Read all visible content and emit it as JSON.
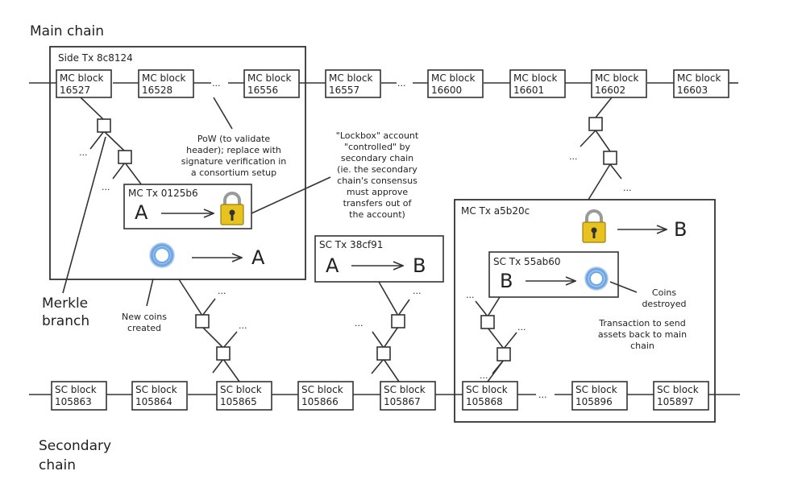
{
  "labels": {
    "main_chain": "Main chain",
    "secondary_chain_1": "Secondary",
    "secondary_chain_2": "chain",
    "merkle_1": "Merkle",
    "merkle_2": "branch"
  },
  "mc_blocks": [
    {
      "label": "MC block",
      "number": "16527"
    },
    {
      "label": "MC block",
      "number": "16528"
    },
    {
      "label": "MC block",
      "number": "16556"
    },
    {
      "label": "MC block",
      "number": "16557"
    },
    {
      "label": "MC block",
      "number": "16600"
    },
    {
      "label": "MC block",
      "number": "16601"
    },
    {
      "label": "MC block",
      "number": "16602"
    },
    {
      "label": "MC block",
      "number": "16603"
    }
  ],
  "sc_blocks": [
    {
      "label": "SC block",
      "number": "105863"
    },
    {
      "label": "SC block",
      "number": "105864"
    },
    {
      "label": "SC block",
      "number": "105865"
    },
    {
      "label": "SC block",
      "number": "105866"
    },
    {
      "label": "SC block",
      "number": "105867"
    },
    {
      "label": "SC block",
      "number": "105868"
    },
    {
      "label": "SC block",
      "number": "105896"
    },
    {
      "label": "SC block",
      "number": "105897"
    }
  ],
  "ellipsis": "...",
  "side_tx": {
    "title": "Side Tx 8c8124",
    "inner_title": "MC Tx 0125b6",
    "from": "A",
    "to": "A"
  },
  "pow_note": [
    "PoW (to validate",
    "header); replace with",
    "signature verification in",
    "a consortium setup"
  ],
  "lockbox_note": [
    "\"Lockbox\" account",
    "\"controlled\" by",
    "secondary chain",
    "(ie. the secondary",
    "chain's consensus",
    "must approve",
    "transfers out of",
    "the account)"
  ],
  "new_coins_note": [
    "New coins",
    "created"
  ],
  "sc_tx": {
    "title": "SC Tx 38cf91",
    "from": "A",
    "to": "B"
  },
  "mc_tx2": {
    "title": "MC Tx a5b20c",
    "to": "B",
    "inner_title": "SC Tx 55ab60",
    "from": "B"
  },
  "coins_destroyed_note": [
    "Coins",
    "destroyed"
  ],
  "transfer_note": [
    "Transaction to send",
    "assets back to main",
    "chain"
  ],
  "colors": {
    "lock_body": "#e8c21e",
    "lock_shackle": "#9a9a9a",
    "coin": "#7fb3ea"
  },
  "icons": [
    "padlock-icon",
    "coin-icon",
    "arrow-icon"
  ]
}
